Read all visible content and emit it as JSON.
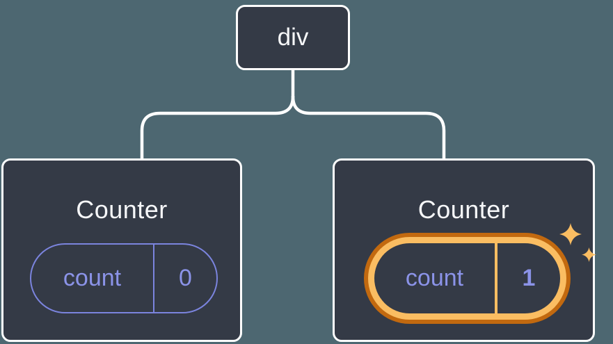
{
  "diagram": {
    "description": "React component tree with state",
    "colors": {
      "background": "#4d6771",
      "node_fill": "#343a46",
      "node_border": "#ffffff",
      "title_text": "#f6f7f9",
      "state_purple": "#8b93e8",
      "state_purple_border": "#7b84de",
      "highlight_orange_dark": "#c2690f",
      "highlight_orange_light": "#fabd62"
    },
    "root": {
      "label": "div"
    },
    "children": [
      {
        "label": "Counter",
        "state_key": "count",
        "state_value": "0",
        "highlighted": false
      },
      {
        "label": "Counter",
        "state_key": "count",
        "state_value": "1",
        "highlighted": true
      }
    ]
  }
}
